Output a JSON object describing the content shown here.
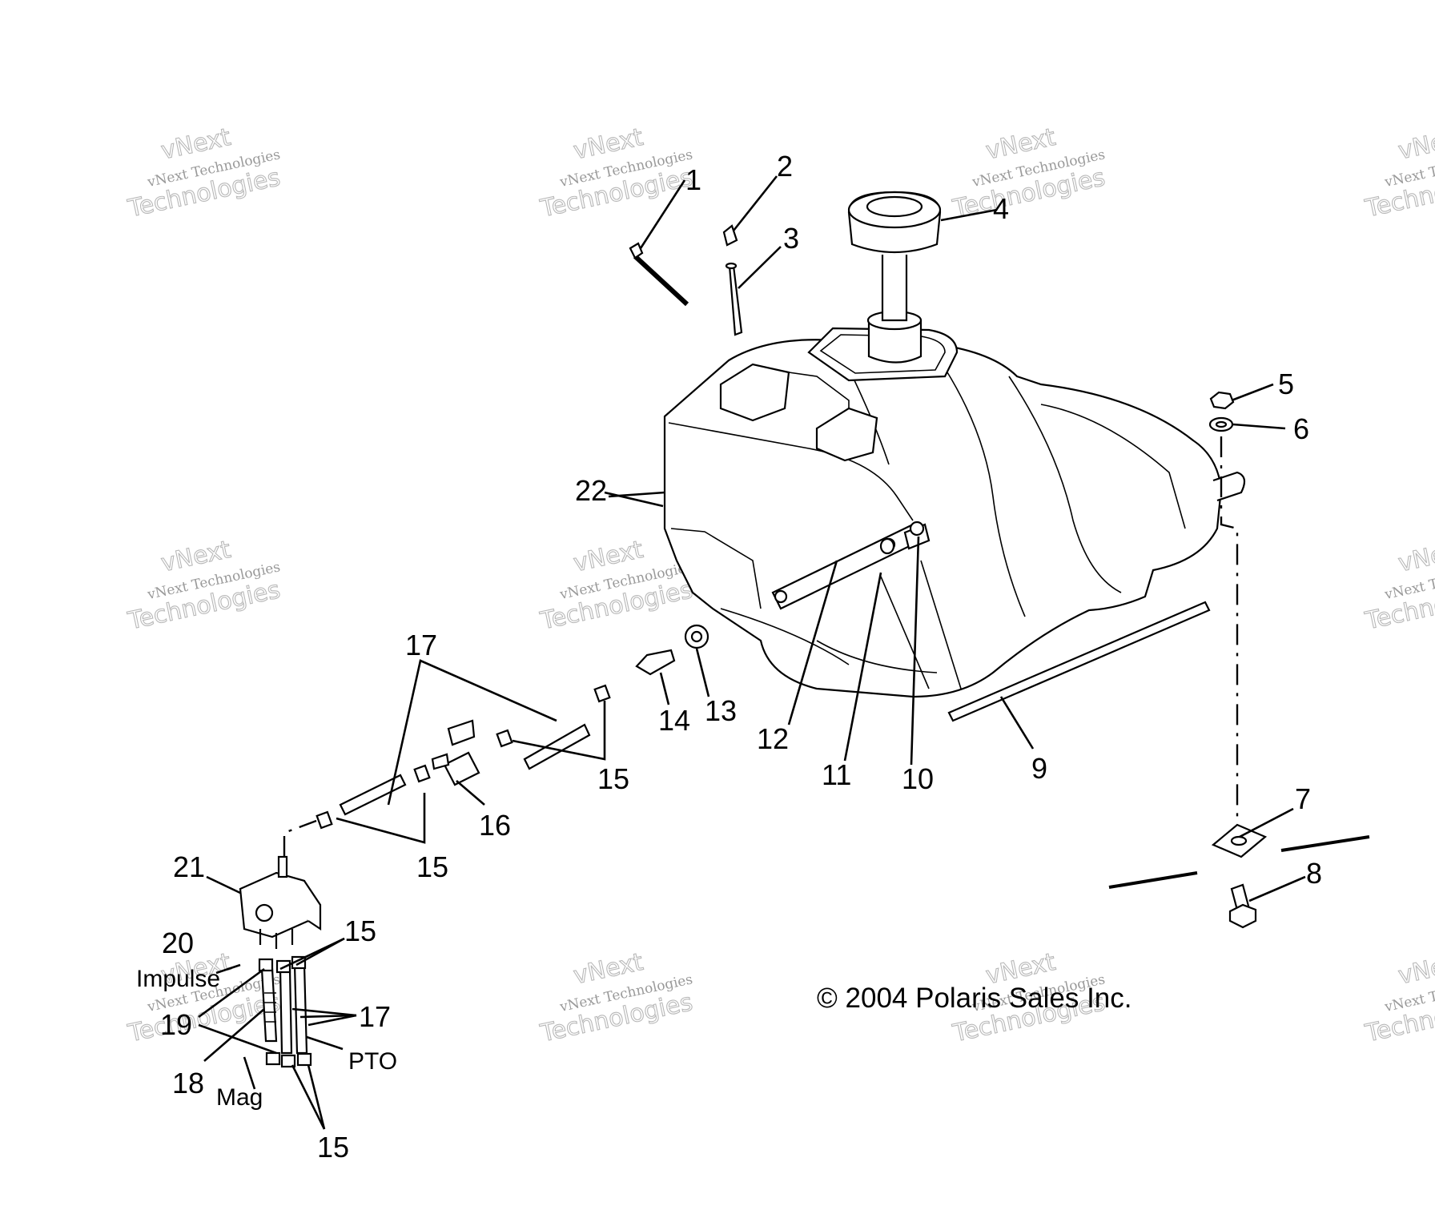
{
  "callouts": {
    "c1": "1",
    "c2": "2",
    "c3": "3",
    "c4": "4",
    "c5": "5",
    "c6": "6",
    "c7": "7",
    "c8": "8",
    "c9": "9",
    "c10": "10",
    "c11": "11",
    "c12": "12",
    "c13": "13",
    "c14": "14",
    "c15": "15",
    "c16": "16",
    "c17": "17",
    "c18": "18",
    "c19": "19",
    "c20": "20",
    "c21": "21",
    "c22": "22"
  },
  "labels": {
    "impulse": "Impulse",
    "pto": "PTO",
    "mag": "Mag"
  },
  "copyright": "© 2004 Polaris Sales Inc.",
  "watermark": {
    "line1": "vNext",
    "line2": "vNext Technologies",
    "line3": "Technologies"
  }
}
